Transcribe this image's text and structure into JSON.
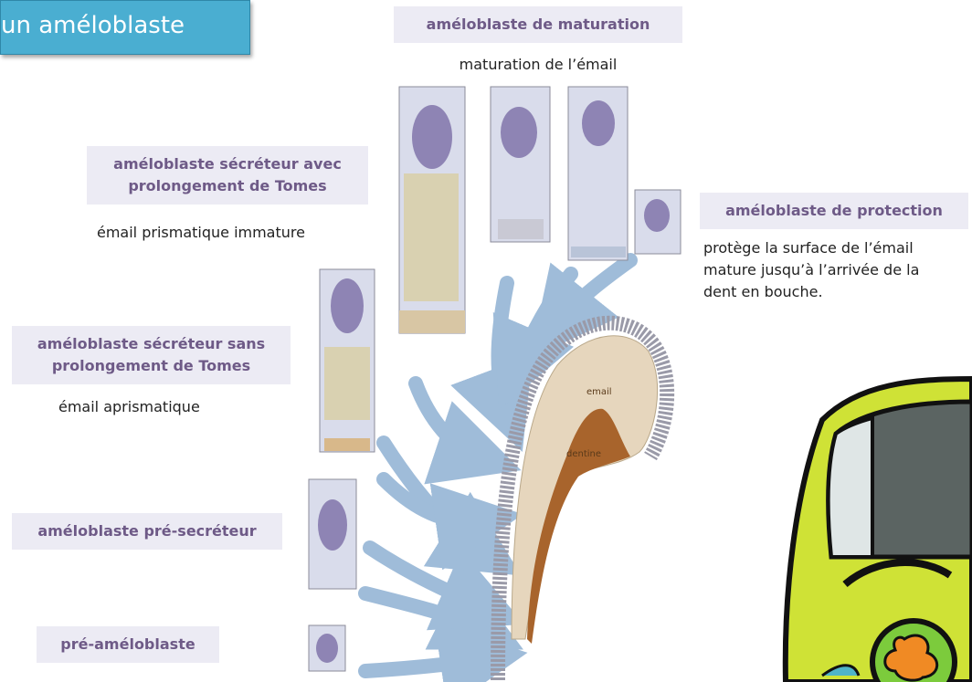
{
  "title": "un améloblaste",
  "stages": {
    "maturation": {
      "label": "améloblaste de maturation",
      "description": "maturation de l’émail"
    },
    "secretory_with_tomes": {
      "label_line1": "améloblaste sécréteur avec",
      "label_line2": "prolongement de Tomes",
      "description": "émail prismatique immature"
    },
    "secretory_without_tomes": {
      "label_line1": "améloblaste sécréteur sans",
      "label_line2": "prolongement de Tomes",
      "description": "émail aprismatique"
    },
    "presecretory": {
      "label": "améloblaste pré-secréteur"
    },
    "preameloblast": {
      "label": "pré-améloblaste"
    },
    "protection": {
      "label": "améloblaste de protection",
      "description_line1": "protège la surface de l’émail",
      "description_line2": "mature jusqu’à l’arrivée de la",
      "description_line3": "dent en bouche."
    }
  },
  "tooth_labels": {
    "enamel": "email",
    "dentine": "dentine"
  },
  "colors": {
    "title_bg": "#4aaed1",
    "label_bg": "#ecebf4",
    "label_text": "#6e5a87",
    "nucleus": "#8e84b4",
    "arrow": "#9fbcd9",
    "enamel": "#e6d6bd",
    "dentine": "#a8642c",
    "van_body": "#cfe236"
  }
}
